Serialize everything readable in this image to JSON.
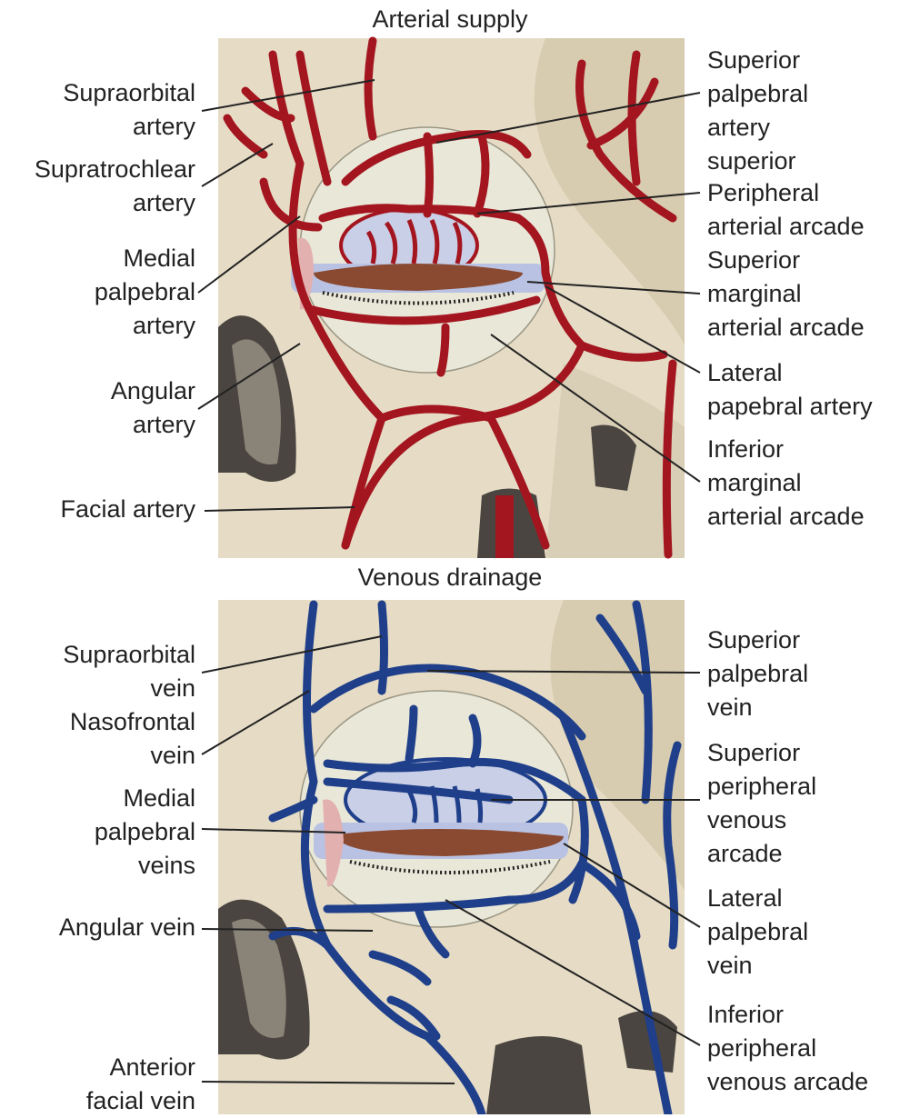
{
  "arterial": {
    "title": "Arterial supply",
    "left_labels": {
      "supraorbital": "Supraorbital\nartery",
      "supratrochlear": "Supratrochlear\nartery",
      "medial": "Medial\npalpebral\nartery",
      "angular": "Angular\nartery",
      "facial": "Facial artery"
    },
    "right_labels": {
      "superior_palpebral": "Superior\npalpebral\nartery\nsuperior",
      "peripheral": "Peripheral\narterial arcade",
      "superior_marginal": "Superior\nmarginal\narterial arcade",
      "lateral": "Lateral\npapebral artery",
      "inferior_marginal": "Inferior\nmarginal\narterial arcade"
    }
  },
  "venous": {
    "title": "Venous drainage",
    "left_labels": {
      "supraorbital": "Supraorbital\nvein",
      "nasofrontal": "Nasofrontal\nvein",
      "medial": "Medial\npalpebral\nveins",
      "angular": "Angular vein",
      "anterior_facial": "Anterior\nfacial vein"
    },
    "right_labels": {
      "superior_palpebral": "Superior\npalpebral\nvein",
      "superior_peripheral": "Superior\nperipheral\nvenous\narcade",
      "lateral": "Lateral\npalpebral\nvein",
      "inferior_peripheral": "Inferior\nperipheral\nvenous arcade"
    }
  },
  "colors": {
    "artery": "#a3151f",
    "vein": "#1f3f8a",
    "skin": "#e6dcc6",
    "bone": "#4a4540",
    "eye": "#c9cfe6",
    "lid": "#8a4a32"
  }
}
